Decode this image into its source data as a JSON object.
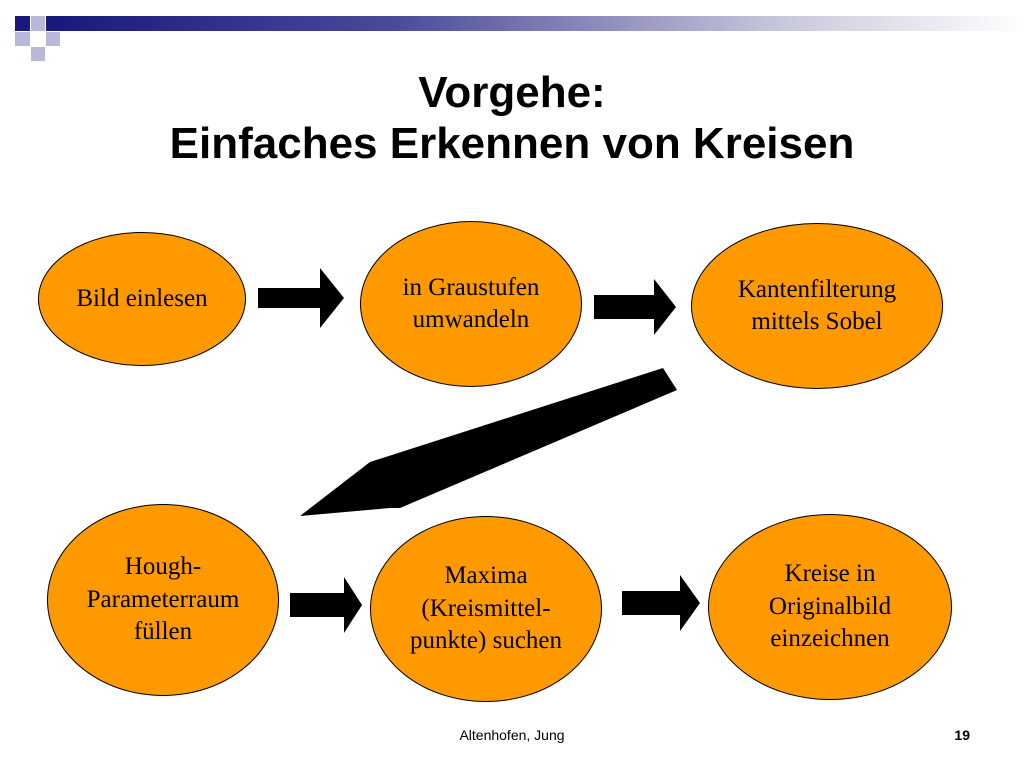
{
  "slide": {
    "title_line1": "Vorgehe:",
    "title_line2": "Einfaches Erkennen von Kreisen",
    "footer": "Altenhofen, Jung",
    "page_number": "19"
  },
  "steps": [
    {
      "lines": [
        "Bild einlesen"
      ]
    },
    {
      "lines": [
        "in Graustufen",
        "umwandeln"
      ]
    },
    {
      "lines": [
        "Kantenfilterung",
        "mittels Sobel"
      ]
    },
    {
      "lines": [
        "Hough-",
        "Parameterraum",
        "füllen"
      ]
    },
    {
      "lines": [
        "Maxima",
        "(Kreismittel-",
        "punkte) suchen"
      ]
    },
    {
      "lines": [
        "Kreise in",
        "Originalbild",
        "einzeichnen"
      ]
    }
  ],
  "colors": {
    "node_fill": "#ff9900",
    "arrow": "#000000",
    "header_band": "#1a1a7a"
  }
}
